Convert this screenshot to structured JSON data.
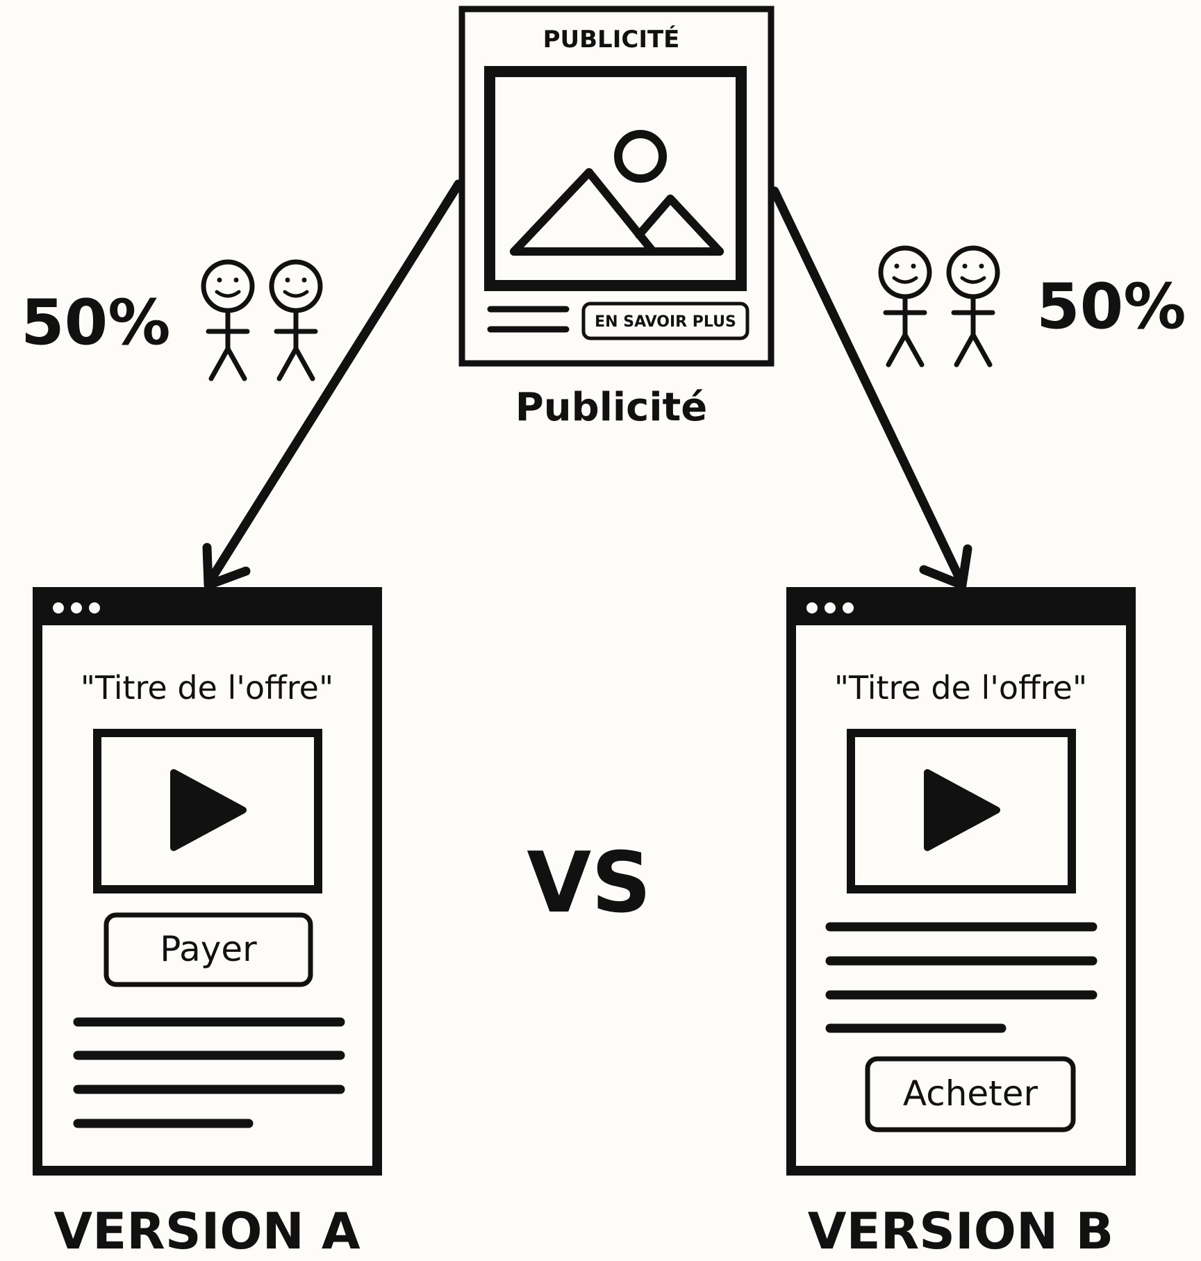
{
  "ad": {
    "header_label": "PUBLICITÉ",
    "cta_label": "EN SAVOIR PLUS",
    "caption": "Publicité"
  },
  "left_split": {
    "percent_label": "50%"
  },
  "right_split": {
    "percent_label": "50%"
  },
  "versus_label": "VS",
  "version_a": {
    "title": "\"Titre de l'offre\"",
    "button_label": "Payer",
    "caption": "VERSION A"
  },
  "version_b": {
    "title": "\"Titre de l'offre\"",
    "button_label": "Acheter",
    "caption": "VERSION B"
  },
  "colors": {
    "ink": "#111111",
    "background": "#fdfcf8"
  }
}
